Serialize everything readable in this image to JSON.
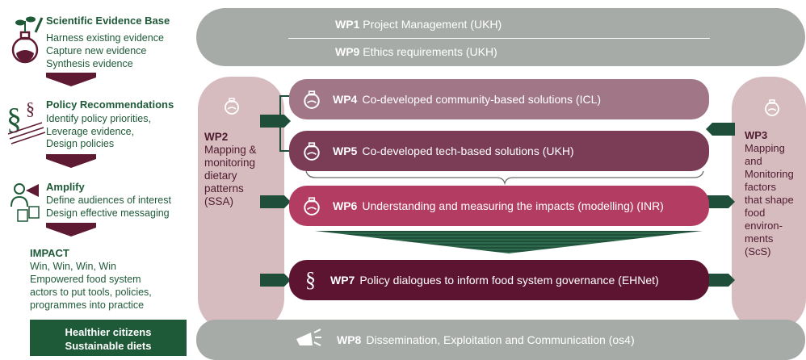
{
  "left": {
    "evidence": {
      "title": "Scientific Evidence Base",
      "lines": [
        "Harness existing evidence",
        "Capture new evidence",
        "Synthesis evidence"
      ],
      "icon": "flask-with-plant-icon"
    },
    "policy": {
      "title": "Policy Recommendations",
      "lines": [
        "Identify policy priorities,",
        "Leverage evidence,",
        "Design policies"
      ],
      "icon": "section-sign-icon"
    },
    "amplify": {
      "title": "Amplify",
      "lines": [
        "Define audiences of interest",
        "Design effective messaging"
      ],
      "icon": "megaphone-person-icon"
    },
    "impact": {
      "title": "IMPACT",
      "lines": [
        "Win, Win, Win, Win",
        "Empowered food system",
        "actors to put tools, policies,",
        "programmes into practice"
      ]
    },
    "outcome": {
      "lines": [
        "Healthier citizens",
        "Sustainable diets"
      ]
    }
  },
  "wps": {
    "wp1": {
      "num": "WP1",
      "label": "Project Management (UKH)"
    },
    "wp9": {
      "num": "WP9",
      "label": "Ethics requirements (UKH)"
    },
    "wp4": {
      "num": "WP4",
      "label": "Co-developed community-based solutions (ICL)"
    },
    "wp5": {
      "num": "WP5",
      "label": "Co-developed tech-based solutions (UKH)"
    },
    "wp6": {
      "num": "WP6",
      "label": "Understanding and measuring the impacts (modelling) (INR)"
    },
    "wp7": {
      "num": "WP7",
      "label": "Policy dialogues to inform food system governance (EHNet)"
    },
    "wp8": {
      "num": "WP8",
      "label": "Dissemination, Exploitation and Communication (os4)"
    },
    "wp2": {
      "num": "WP2",
      "lines": [
        "Mapping &",
        "monitoring",
        "dietary",
        "patterns",
        "(SSA)"
      ]
    },
    "wp3": {
      "num": "WP3",
      "lines": [
        "Mapping",
        "and",
        "Monitoring",
        "factors",
        "that shape",
        "food",
        "environ-",
        "ments",
        "(ScS)"
      ]
    }
  },
  "colors": {
    "green": "#1f5a38",
    "maroon": "#5e1a33",
    "grey": "#a7aba8",
    "wp4": "#a17787",
    "wp5": "#7b3c55",
    "wp6": "#b33c62",
    "wp7": "#5d1430",
    "side": "#d6bcbf"
  }
}
